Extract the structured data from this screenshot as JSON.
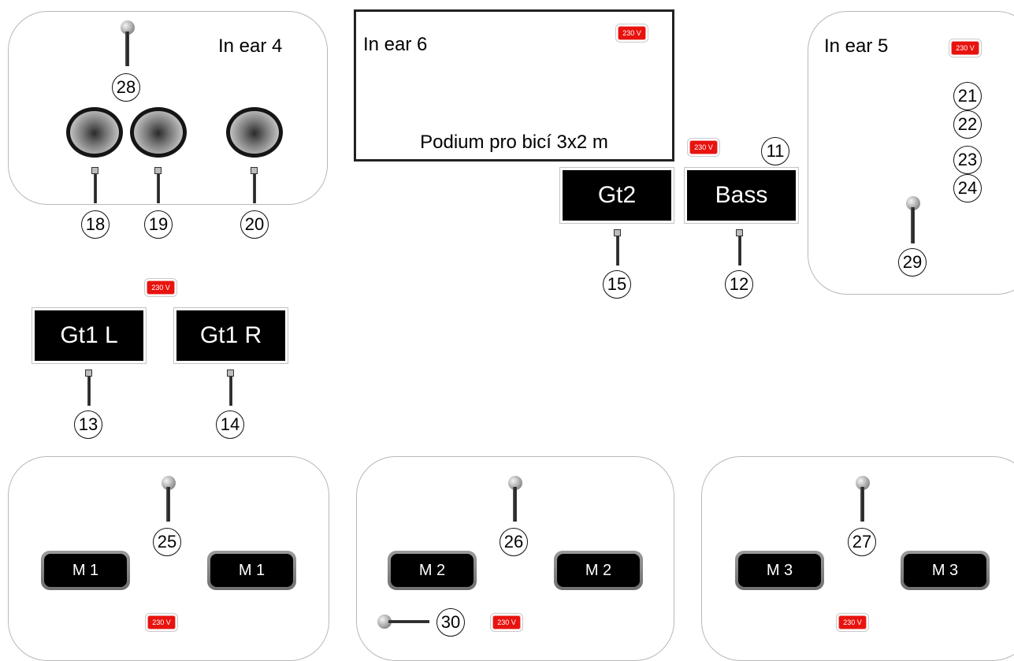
{
  "power_label": "230 V",
  "zones": {
    "inear4": {
      "label": "In ear 4"
    },
    "inear5": {
      "label": "In ear 5"
    },
    "inear6": {
      "label": "In ear 6",
      "caption": "Podium pro bicí 3x2 m"
    }
  },
  "amps": {
    "gt2": "Gt2",
    "bass": "Bass",
    "gt1l": "Gt1 L",
    "gt1r": "Gt1 R"
  },
  "monitors": {
    "m1": "M 1",
    "m2": "M 2",
    "m3": "M 3"
  },
  "channels": {
    "c11": "11",
    "c12": "12",
    "c13": "13",
    "c14": "14",
    "c15": "15",
    "c18": "18",
    "c19": "19",
    "c20": "20",
    "c21": "21",
    "c22": "22",
    "c23": "23",
    "c24": "24",
    "c25": "25",
    "c26": "26",
    "c27": "27",
    "c28": "28",
    "c29": "29",
    "c30": "30"
  },
  "colors": {
    "power_outlet": "#e8130f",
    "amp_background": "#000000",
    "zone_border": "#b8b8b8"
  }
}
